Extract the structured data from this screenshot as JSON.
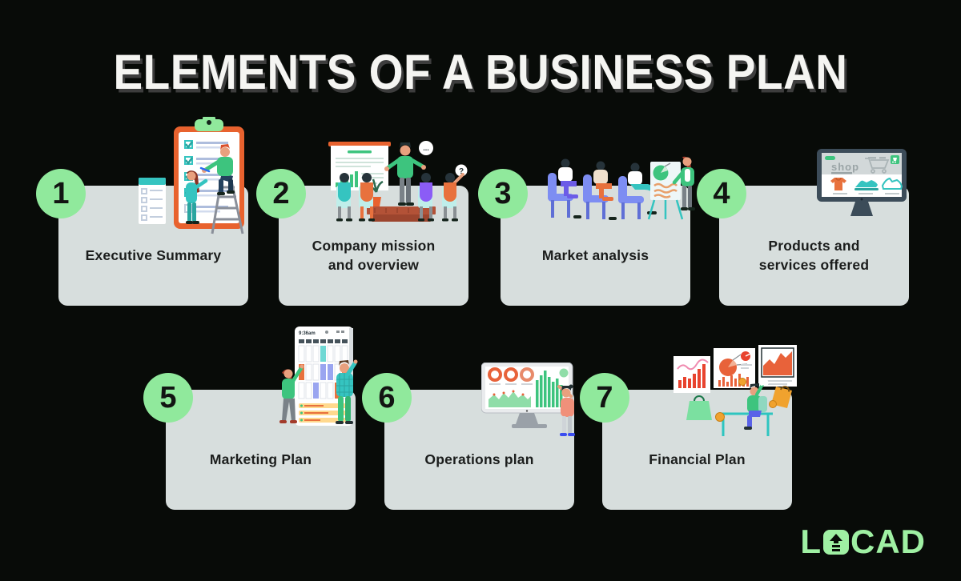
{
  "title": "ELEMENTS OF A BUSINESS PLAN",
  "cards": [
    {
      "number": "1",
      "label": "Executive Summary"
    },
    {
      "number": "2",
      "label": "Company mission\nand overview"
    },
    {
      "number": "3",
      "label": "Market analysis"
    },
    {
      "number": "4",
      "label": "Products and\nservices offered"
    },
    {
      "number": "5",
      "label": "Marketing Plan"
    },
    {
      "number": "6",
      "label": "Operations plan"
    },
    {
      "number": "7",
      "label": "Financial Plan"
    }
  ],
  "illustrations": {
    "shop_screen_text": "shop",
    "planner_time": "9:36am",
    "presentation_bubble_dots": "...",
    "presentation_bubble_question": "?"
  },
  "logo": {
    "prefix": "L",
    "suffix": "CAD"
  },
  "colors": {
    "bg": "#080b08",
    "card": "#d7dedd",
    "card-text": "#1b1d1c",
    "badge": "#90e99c",
    "badge-text": "#121412",
    "title": "#f5f5f2",
    "title-shadow": "#3d3d3d",
    "logo": "#9ff0a3",
    "accent-orange": "#e8622e",
    "accent-green": "#3dc47e",
    "accent-teal": "#35c4c0"
  }
}
